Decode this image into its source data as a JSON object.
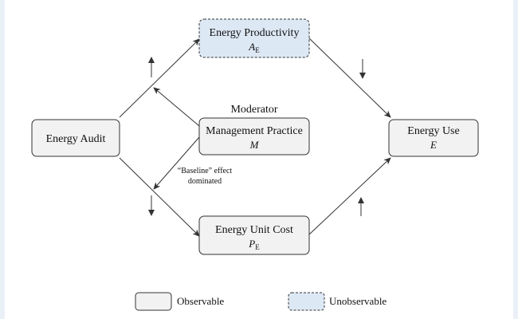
{
  "nodes": {
    "energy_audit": {
      "label": "Energy Audit"
    },
    "energy_productivity": {
      "label": "Energy Productivity",
      "symbol": "A",
      "subscript": "E"
    },
    "management_practice": {
      "label": "Management Practice",
      "symbol": "M"
    },
    "energy_unit_cost": {
      "label": "Energy Unit Cost",
      "symbol": "P",
      "subscript": "E"
    },
    "energy_use": {
      "label": "Energy Use",
      "symbol": "E"
    }
  },
  "annotations": {
    "moderator": "Moderator",
    "baseline_line1": "“Baseline” effect",
    "baseline_line2": "dominated"
  },
  "legend": {
    "observable": "Observable",
    "unobservable": "Unobservable"
  },
  "colors": {
    "observable_fill": "#f2f2f2",
    "unobservable_fill": "#dde8f5",
    "page_background": "#eaf0f7",
    "stroke": "#333333"
  },
  "direction_icons": {
    "audit_to_productivity": "up-arrow",
    "productivity_to_use": "down-arrow",
    "audit_to_cost": "down-arrow",
    "cost_to_use": "up-arrow"
  }
}
